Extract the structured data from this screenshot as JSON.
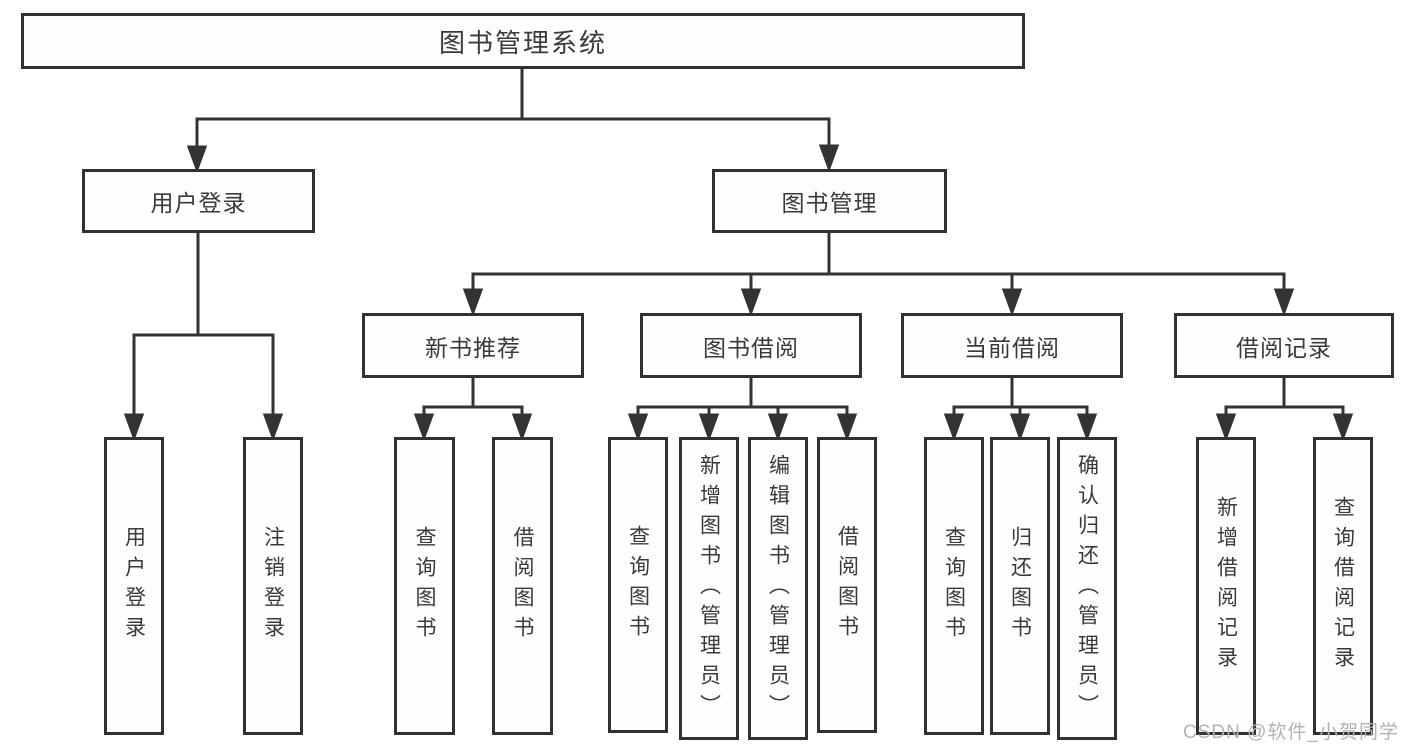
{
  "hierarchy": {
    "root": "图书管理系统",
    "children": [
      {
        "label": "用户登录",
        "children": [
          {
            "label": "用户登录"
          },
          {
            "label": "注销登录"
          }
        ]
      },
      {
        "label": "图书管理",
        "children": [
          {
            "label": "新书推荐",
            "children": [
              {
                "label": "查询图书"
              },
              {
                "label": "借阅图书"
              }
            ]
          },
          {
            "label": "图书借阅",
            "children": [
              {
                "label": "查询图书"
              },
              {
                "label": "新增图书（管理员）"
              },
              {
                "label": "编辑图书（管理员）"
              },
              {
                "label": "借阅图书"
              }
            ]
          },
          {
            "label": "当前借阅",
            "children": [
              {
                "label": "查询图书"
              },
              {
                "label": "归还图书"
              },
              {
                "label": "确认归还（管理员）"
              }
            ]
          },
          {
            "label": "借阅记录",
            "children": [
              {
                "label": "新增借阅记录"
              },
              {
                "label": "查询借阅记录"
              }
            ]
          }
        ]
      }
    ]
  },
  "watermark": {
    "text": "CSDN @软件_小贺同学"
  },
  "colors": {
    "line": "#333333",
    "box_border": "#313131",
    "text": "#3a3a3a",
    "background": "#ffffff",
    "watermark": "#b3b3b6"
  }
}
